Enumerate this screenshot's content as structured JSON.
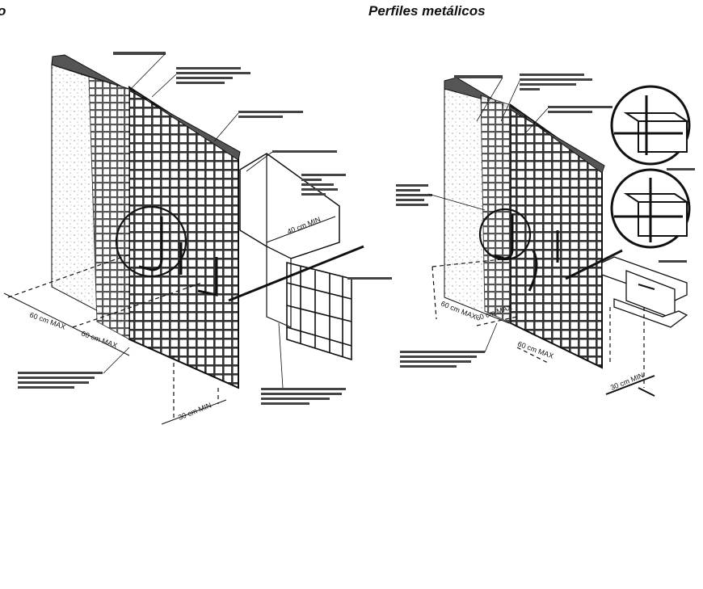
{
  "headings": {
    "left": "o",
    "right": "Perfiles metálicos"
  },
  "left_detail": {
    "dimensions": [
      "60 cm MAX",
      "60 cm MAX",
      "30 cm MIN",
      "40 cm MIN"
    ]
  },
  "right_detail": {
    "dimensions": [
      "60 cm MAX",
      "60 cm MAX",
      "60 cm MAX",
      "30 cm MIN"
    ]
  },
  "colors": {
    "ink": "#111111",
    "paper": "#ffffff",
    "hatch": "#c9c9c9"
  }
}
